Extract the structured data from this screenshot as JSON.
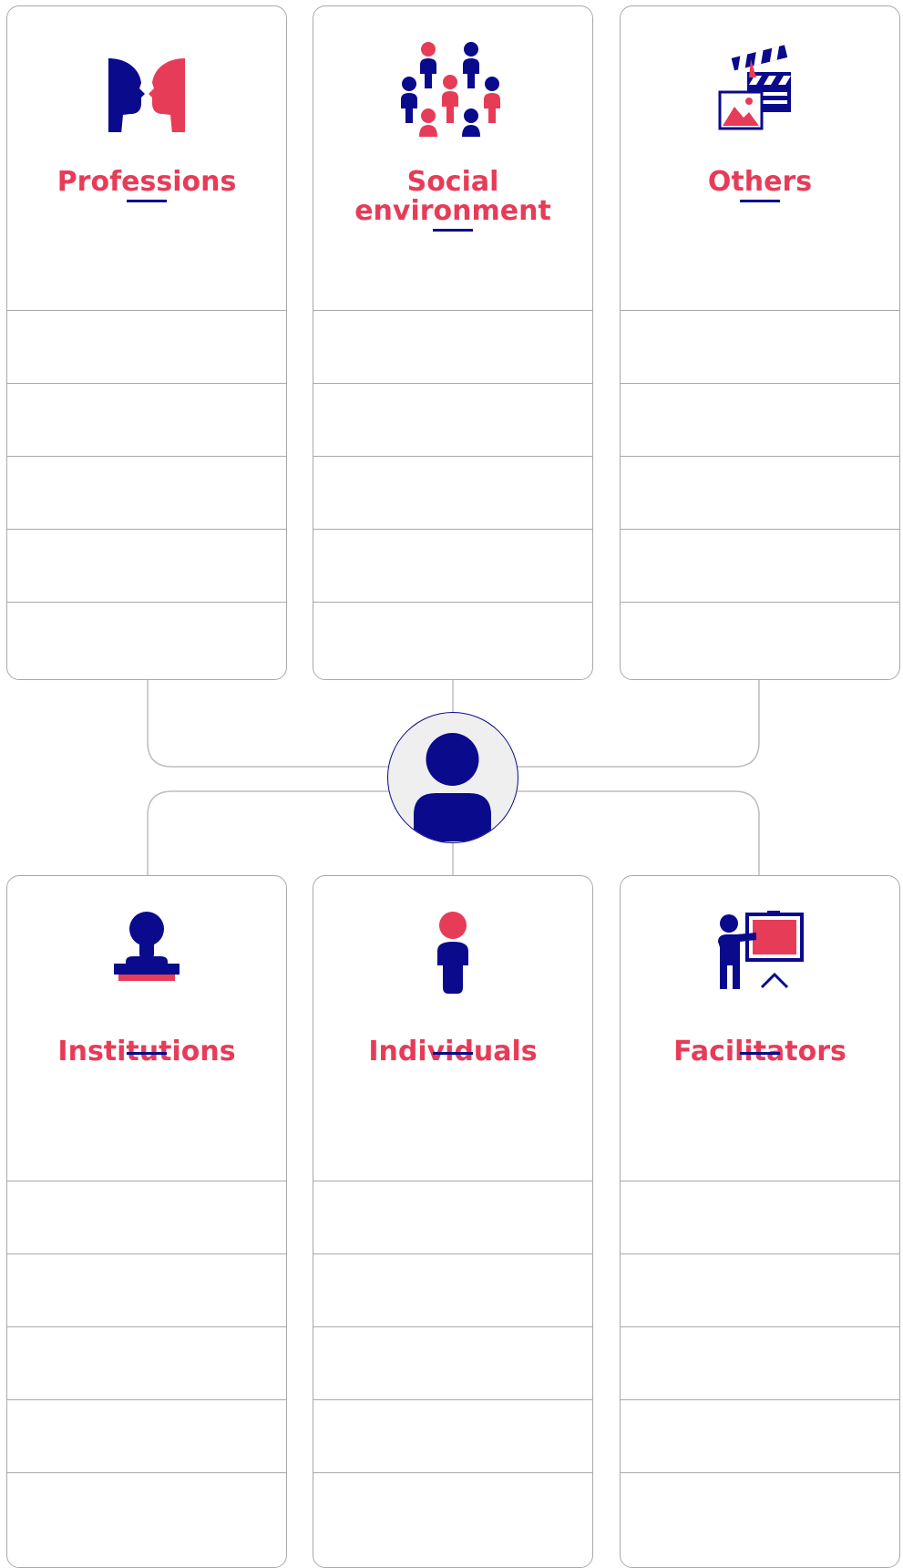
{
  "colors": {
    "accent": "#e63c58",
    "primary": "#0a0a8c",
    "border": "#a9a9a9",
    "avatar_bg": "#efefef"
  },
  "top_cards": [
    {
      "title": "Professions",
      "icon": "two-faces-icon"
    },
    {
      "title": "Social\nenvironment",
      "icon": "people-group-icon"
    },
    {
      "title": "Others",
      "icon": "clapperboard-photo-icon"
    }
  ],
  "center": {
    "icon": "person-avatar-icon"
  },
  "bottom_cards": [
    {
      "title": "Institutions",
      "icon": "stamp-icon"
    },
    {
      "title": "Individuals",
      "icon": "single-person-icon"
    },
    {
      "title": "Facilitators",
      "icon": "presenter-board-icon"
    }
  ]
}
